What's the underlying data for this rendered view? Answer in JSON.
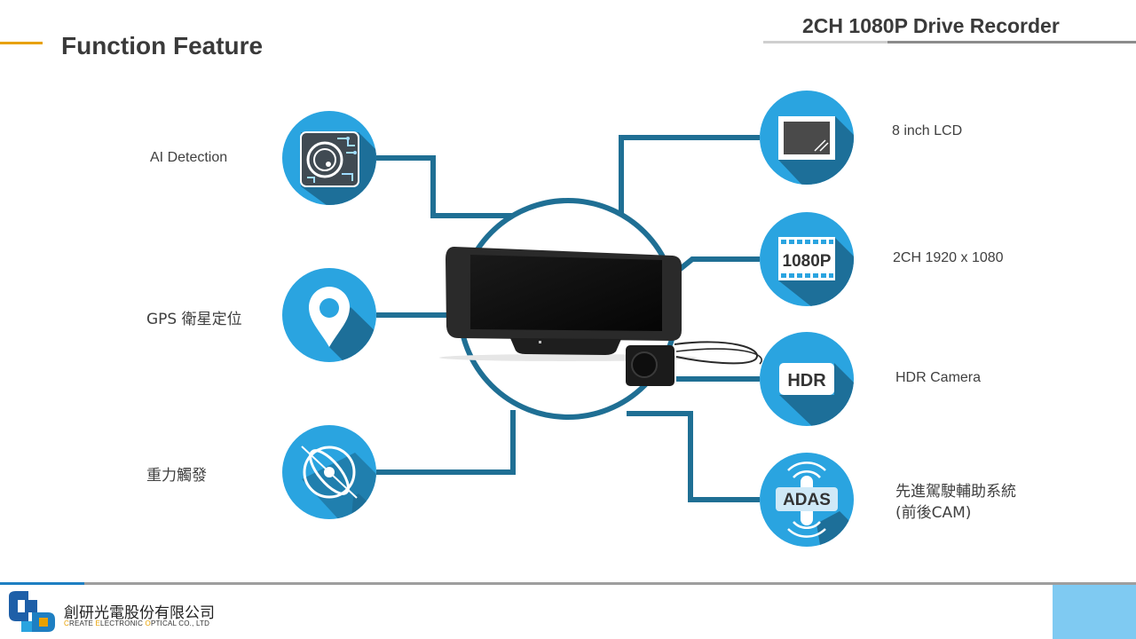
{
  "header": {
    "title": "Function Feature",
    "product": "2CH 1080P Drive Recorder"
  },
  "features_left": [
    {
      "label": "AI Detection",
      "icon": "ai-chip-icon"
    },
    {
      "label": "GPS 衛星定位",
      "icon": "map-pin-icon"
    },
    {
      "label": "重力觸發",
      "icon": "gravity-sensor-icon"
    }
  ],
  "features_right": [
    {
      "label": "8 inch LCD",
      "icon": "lcd-screen-icon"
    },
    {
      "label": "2CH 1920 x 1080",
      "icon": "1080p-badge-icon",
      "badge": "1080P"
    },
    {
      "label": "HDR Camera",
      "icon": "hdr-badge-icon",
      "badge": "HDR"
    },
    {
      "label_line1": "先進駕駛輔助系統",
      "label_line2": "(前後CAM)",
      "icon": "adas-icon",
      "badge": "ADAS"
    }
  ],
  "footer": {
    "company_cn": "創研光電股份有限公司",
    "company_en_parts": [
      {
        "t": "C",
        "hl": true
      },
      {
        "t": "REATE ",
        "hl": false
      },
      {
        "t": "E",
        "hl": true
      },
      {
        "t": "LECTRONIC ",
        "hl": false
      },
      {
        "t": "O",
        "hl": true
      },
      {
        "t": "PTICAL CO., LTD",
        "hl": false
      }
    ]
  },
  "colors": {
    "icon_blue": "#2aa4e0",
    "icon_shadow": "#1d6f99",
    "connector": "#1f6f94",
    "accent": "#e8a100",
    "footer_box": "#7fcaf2"
  }
}
